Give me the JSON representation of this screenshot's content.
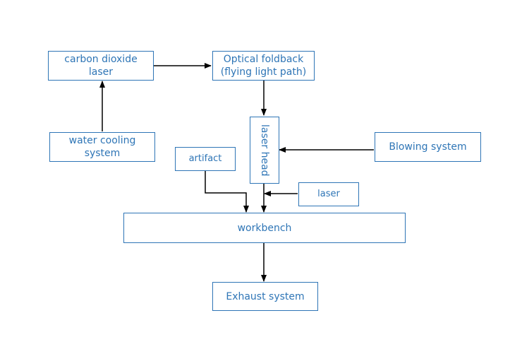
{
  "diagram": {
    "nodes": {
      "co2_laser": "carbon dioxide\nlaser",
      "optical_foldback": "Optical foldback\n(flying light path)",
      "water_cooling": "water cooling\nsystem",
      "laser_head": "laser head",
      "blowing_system": "Blowing system",
      "artifact": "artifact",
      "laser": "laser",
      "workbench": "workbench",
      "exhaust_system": "Exhaust system"
    },
    "edges": [
      {
        "from": "carbon dioxide laser",
        "to": "Optical foldback (flying light path)"
      },
      {
        "from": "water cooling system",
        "to": "carbon dioxide laser"
      },
      {
        "from": "Optical foldback (flying light path)",
        "to": "laser head"
      },
      {
        "from": "Blowing system",
        "to": "laser head"
      },
      {
        "from": "laser head",
        "to": "workbench"
      },
      {
        "from": "laser",
        "to": "laser head to workbench line"
      },
      {
        "from": "artifact",
        "to": "workbench"
      },
      {
        "from": "workbench",
        "to": "Exhaust system"
      }
    ],
    "colors": {
      "box_border": "#2e75b6",
      "text": "#2e75b6",
      "arrow": "#000000"
    }
  }
}
